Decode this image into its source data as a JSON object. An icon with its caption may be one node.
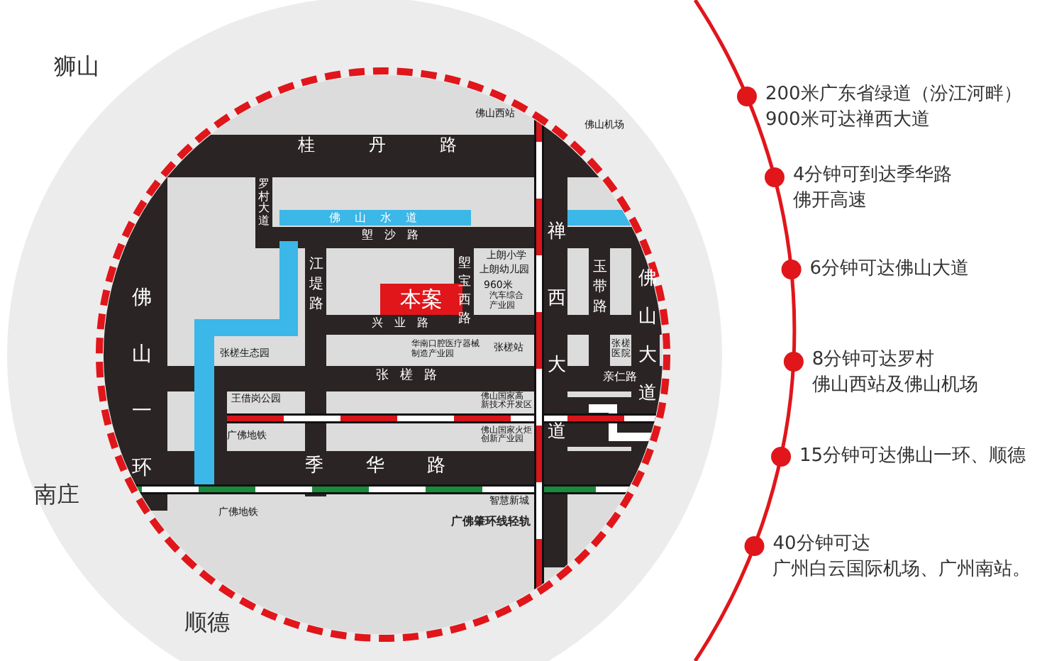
{
  "diagram": {
    "nodes": [
      {
        "text": [
          "本案"
        ]
      }
    ],
    "labels": [
      "狮山",
      "佛山西站",
      "佛山机场",
      "桂丹路",
      "罗村大道",
      "佛山水道",
      "禅西大道",
      "佛山大道",
      "塱沙路",
      "佛山一环",
      "江堤路",
      "塱宝西路",
      "上朗小学",
      "上朗幼儿园",
      "960米",
      "汽车综合产业园",
      "玉带路",
      "兴业路",
      "张槎生态园",
      "华南口腔医疗器械制造产业园",
      "张槎站",
      "张槎医院",
      "张槎路",
      "亲仁路",
      "王借岗公园",
      "佛山国家高新技术开发区",
      "广佛地铁",
      "佛山国家火炬创新产业园",
      "季华路",
      "智慧新城",
      "广佛地铁",
      "广佛肇环线轻轨",
      "南庄",
      "顺德",
      "200米广东省绿道（汾江河畔）900米可达禅西大道",
      "4分钟可到达季华路佛开高速",
      "6分钟可达佛山大道",
      "8分钟可达罗村佛山西站及佛山机场",
      "15分钟可达佛山一环、顺德",
      "40分钟可达广州白云国际机场、广州南站。"
    ]
  }
}
